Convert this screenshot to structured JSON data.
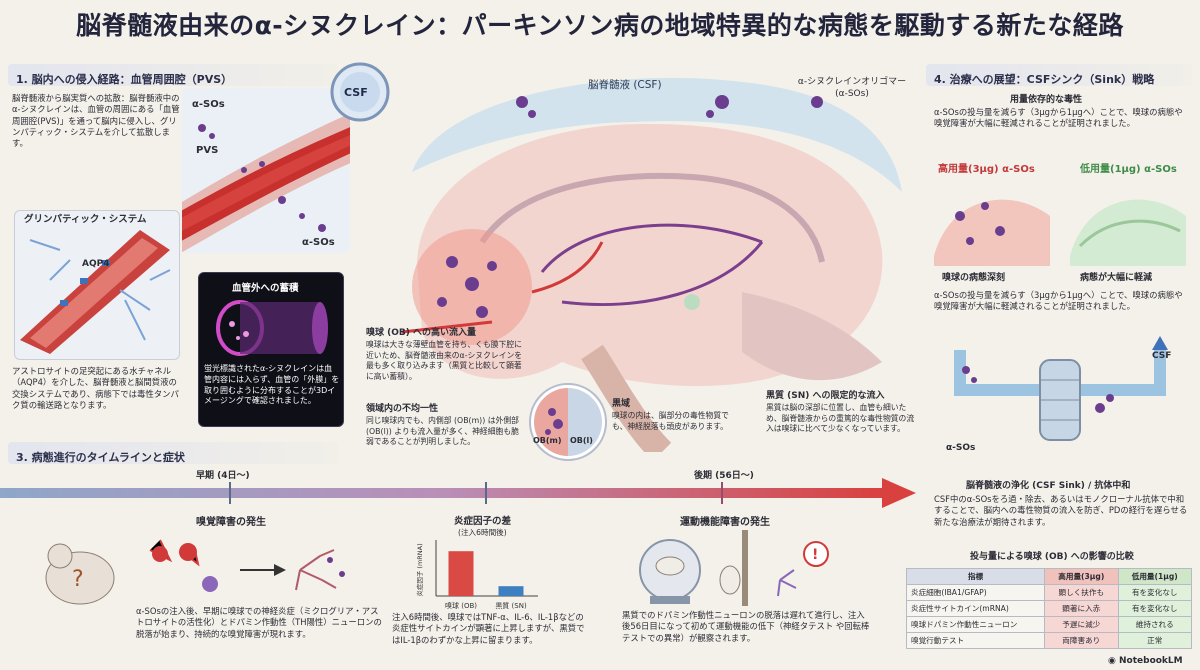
{
  "title": "脳脊髄液由来のα-シヌクレイン：パーキンソン病の地域特異的な病態を駆動する新たな経路",
  "sec1": {
    "heading": "1. 脳内への侵入経路：血管周囲腔（PVS）",
    "body": "脳脊髄液から脳実質への拡散：脳脊髄液中のα-シヌクレインは、血管の周囲にある「血管周囲腔(PVS)」を通って脳内に侵入し、グリンパティック・システムを介して拡散します。",
    "label_csf": "CSF",
    "label_asos_1": "α-SOs",
    "label_pvs": "PVS",
    "label_asos_2": "α-SOs",
    "glymph_title": "グリンパティック・システム",
    "label_aqp4": "AQP4",
    "glymph_body": "アストロサイトの足突起にある水チャネル（AQP4）を介した、脳脊髄液と脳間質液の交換システムであり、病態下では毒性タンパク質の輸送路となります。",
    "vessel_title": "血管外への蓄積",
    "vessel_body": "蛍光標識されたα-シヌクレインは血管内容には入らず、血管の「外膜」を取り囲むように分布することが3Dイメージングで確認されました。"
  },
  "brain": {
    "csf_label": "脳脊髄液 (CSF)",
    "oligo_label": "α-シヌクレインオリゴマー\n(α-SOs)",
    "ob_title": "嗅球 (OB) への高い流入量",
    "ob_body": "嗅球は大きな薄壁血管を持ち、くも膜下腔に近いため、脳脊髄液由来のα-シヌクレインを最も多く取り込みます（黒質と比較して顕著に高い蓄積）。",
    "region_title": "領域内の不均一性",
    "region_body": "同じ嗅球内でも、内側部 (OB(m)) は外側部 (OB(l)) よりも流入量が多く、神経細胞も脆弱であることが判明しました。",
    "obm": "OB(m)",
    "obl": "OB(l)",
    "kokui_title": "黒域",
    "kokui_body": "嗅球の内は、脳部分の毒性物質でも、神経脱落も頭皮があります。",
    "sn_title": "黒質 (SN) への限定的な流入",
    "sn_body": "黒質は脳の深部に位置し、血管も細いため、脳脊髄液からの重篤的な毒性物質の流入は嗅球に比べて少なくなっています。"
  },
  "sec4": {
    "heading": "4. 治療への展望：CSFシンク（Sink）戦略",
    "dose_sub": "用量依存的な毒性",
    "dose_body": "α-SOsの投与量を減らす（3μgから1μgへ）ことで、嗅球の病態や嗅覚障害が大幅に軽減されることが証明されました。",
    "high_label": "高用量(3μg) α-SOs",
    "low_label": "低用量(1μg) α-SOs",
    "high_caption": "嗅球の病態深刻",
    "low_caption": "病態が大幅に軽減",
    "dose_body2": "α-SOsの投与量を減らす（3μgから1μgへ）ことで、嗅球の病態や嗅覚障害が大幅に軽減されることが証明されました。",
    "label_csf": "CSF",
    "label_asos": "α-SOs",
    "sink_title": "脳脊髄液の浄化 (CSF Sink) / 抗体中和",
    "sink_body": "CSF中のα-SOsをろ過・除去、あるいはモノクローナル抗体で中和することで、脳内への毒性物質の流入を防ぎ、PDの経行を遅らせる新たな治療法が期待されます。",
    "table_title": "投与量による嗅球 (OB) への影響の比較",
    "table_headers": [
      "指標",
      "高用量(3μg)",
      "低用量(1μg)"
    ],
    "table_rows": [
      [
        "炎症細胞(IBA1/GFAP)",
        "顕しく扶作も",
        "有を変化なし"
      ],
      [
        "炎症性サイトカイン(mRNA)",
        "顕著に入赤",
        "有を変化なし"
      ],
      [
        "嗅球ドパミン作動性ニューロン",
        "予遅に減少",
        "維持される"
      ],
      [
        "嗅覚行動テスト",
        "両障害あり",
        "正常"
      ]
    ]
  },
  "sec3": {
    "heading": "3. 病態進行のタイムラインと症状",
    "early_label": "早期 (4日〜)",
    "late_label": "後期 (56日〜)",
    "smell_title": "嗅覚障害の発生",
    "smell_body": "α-SOsの注入後、早期に嗅球での神経炎症（ミクログリア・アストロサイトの活性化）とドパミン作動性（TH陽性）ニューロンの脱落が始まり、持続的な嗅覚障害が現れます。",
    "infl_title": "炎症因子の差",
    "infl_sub": "(注入6時間後)",
    "bar_ylabel": "炎症因子 (mRNA)",
    "infl_body": "注入6時間後、嗅球ではTNF-α、IL-6、IL-1βなどの炎症性サイトカインが顕著に上昇しますが、黒質ではIL-1βのわずかな上昇に留まります。",
    "motor_title": "運動機能障害の発生",
    "motor_body": "黒質でのドパミン作動性ニューロンの脱落は遅れて進行し、注入後56日目になって初めて運動機能の低下（神経タテスト や回転棒テストでの異常）が観察されます。"
  },
  "chart_data": {
    "type": "bar",
    "categories": [
      "嗅球 (OB)",
      "黒質 (SN)"
    ],
    "values": [
      160,
      35
    ],
    "title": "炎症因子の差",
    "ylabel": "炎症因子 (mRNA)",
    "ylim": [
      0,
      200
    ],
    "colors": [
      "#d94a45",
      "#3e7fc1"
    ]
  },
  "footer": {
    "brand": "NotebookLM"
  },
  "colors": {
    "accent_red": "#c2393b",
    "accent_green": "#3f8c48",
    "timeline_start": "#8fa7c9",
    "timeline_end": "#d9413f"
  }
}
